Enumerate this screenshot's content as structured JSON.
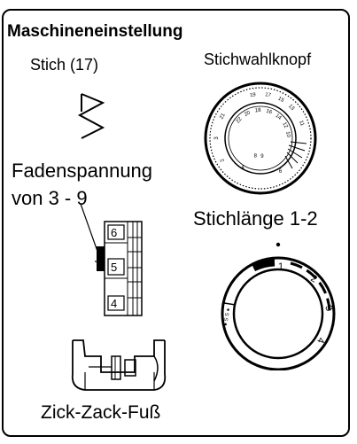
{
  "title": "Maschineneinstellung",
  "stitch_label": "Stich (17)",
  "selector_label": "Stichwahlknopf",
  "tension": {
    "line1": "Fadenspannung",
    "line2": "von 3 - 9",
    "dial_numbers": [
      "6",
      "5",
      "4"
    ]
  },
  "stitch_length": {
    "label": "Stichlänge 1-2",
    "dial_numbers": [
      "1",
      "2",
      "3",
      "4"
    ]
  },
  "selector_dial_numbers": [
    "19",
    "17",
    "15",
    "13",
    "22",
    "20",
    "18",
    "16",
    "14",
    "12",
    "10",
    "21",
    "11",
    "3",
    "9",
    "8",
    "2",
    "4",
    "6"
  ],
  "foot_label": "Zick-Zack-Fuß"
}
